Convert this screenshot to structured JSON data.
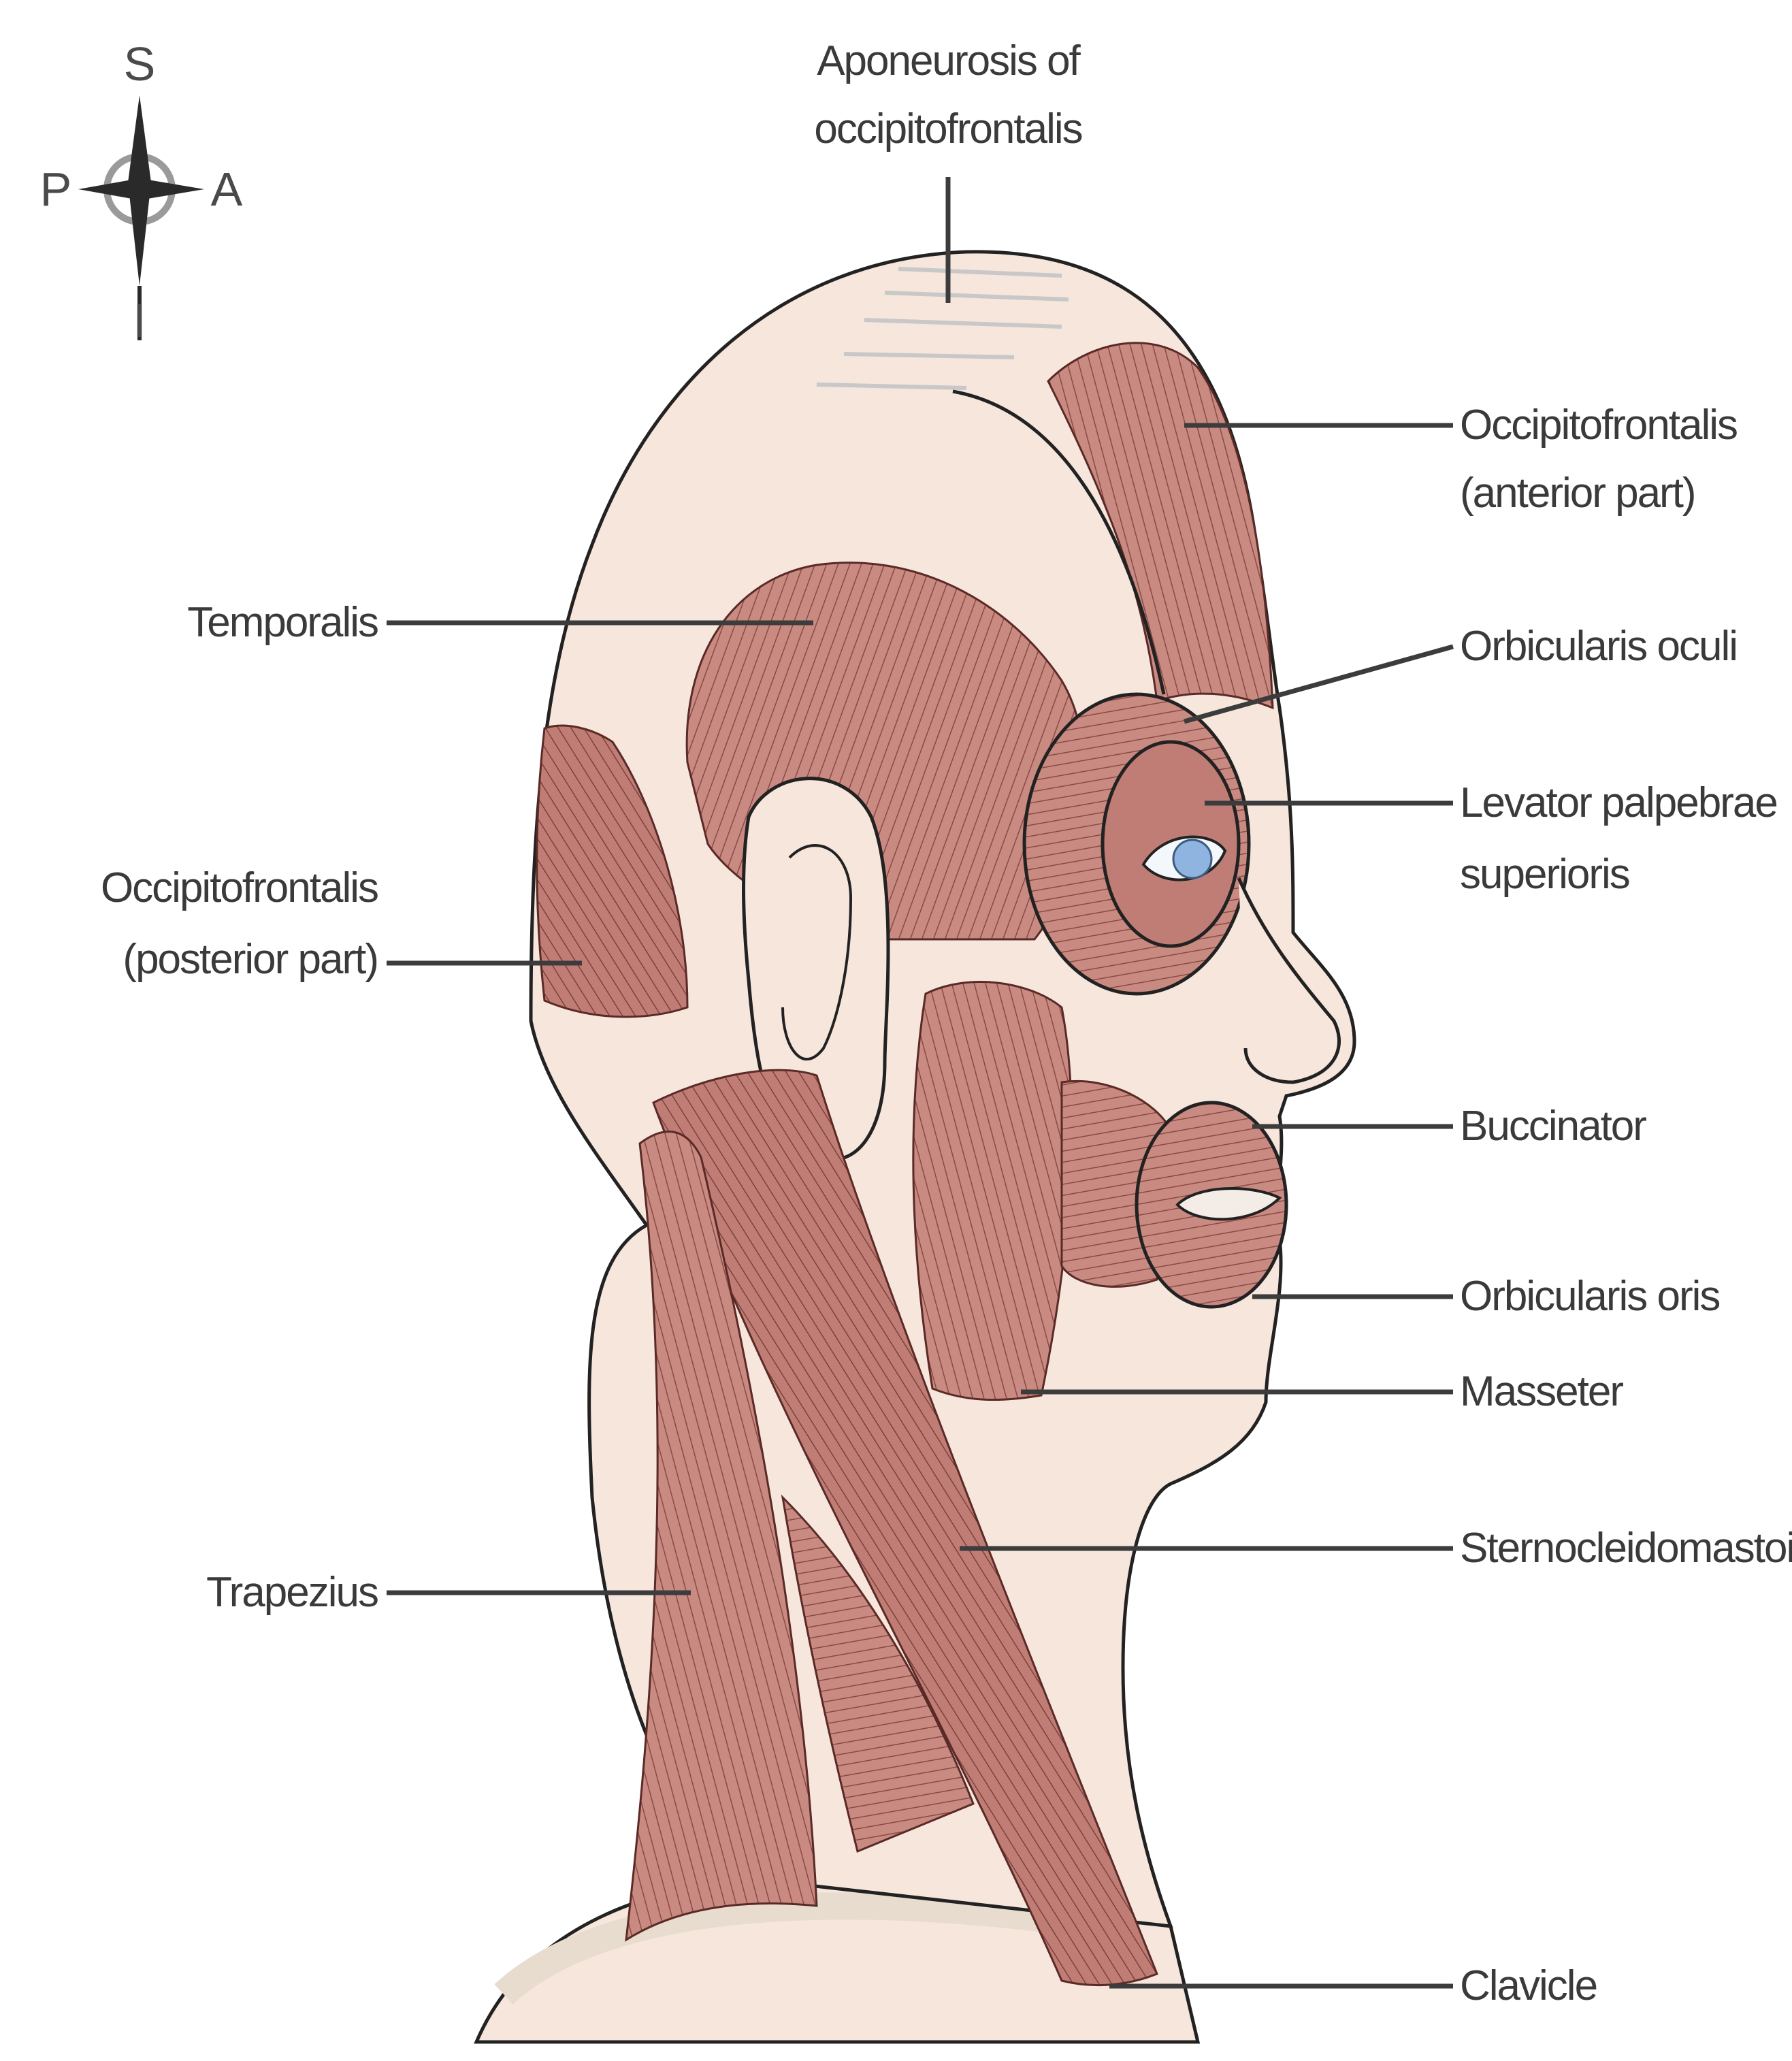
{
  "compass": {
    "superior": "S",
    "inferior": "I",
    "posterior": "P",
    "anterior": "A"
  },
  "labels": {
    "aponeurosis_line1": "Aponeurosis of",
    "aponeurosis_line2": "occipitofrontalis",
    "occ_anterior_line1": "Occipitofrontalis",
    "occ_anterior_line2": "(anterior part)",
    "temporalis": "Temporalis",
    "orbicularis_oculi": "Orbicularis oculi",
    "levator_line1": "Levator palpebrae",
    "levator_line2": "superioris",
    "occ_posterior_line1": "Occipitofrontalis",
    "occ_posterior_line2": "(posterior part)",
    "buccinator": "Buccinator",
    "orbicularis_oris": "Orbicularis oris",
    "masseter": "Masseter",
    "sternocleidomastoid": "Sternocleidomastoid",
    "trapezius": "Trapezius",
    "clavicle": "Clavicle"
  },
  "colors": {
    "muscle": "#c98a82",
    "muscle_dark": "#b86f68",
    "skin": "#f6e6dc",
    "eye": "#8fb4e0"
  }
}
